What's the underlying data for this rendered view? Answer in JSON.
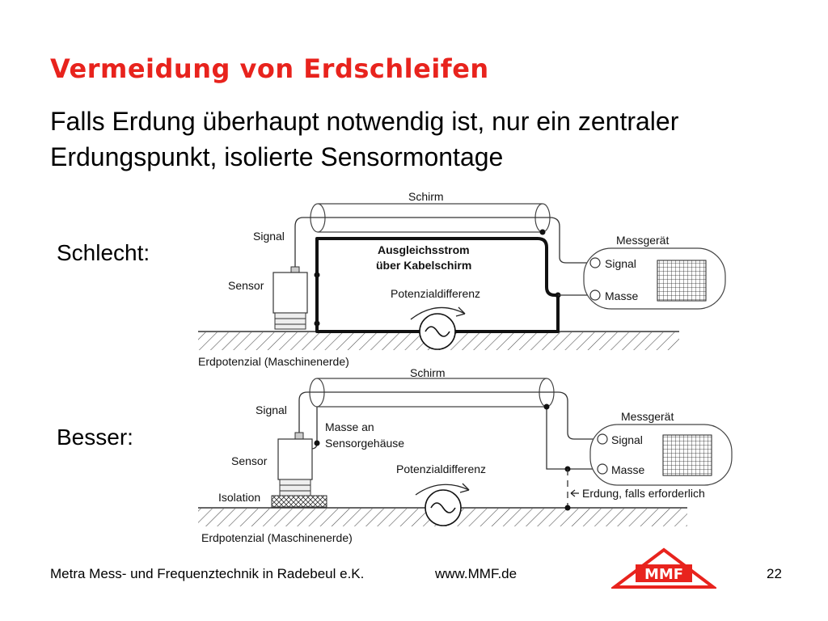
{
  "slide": {
    "title": "Vermeidung von Erdschleifen",
    "subtitle": "Falls Erdung überhaupt notwendig ist, nur ein zentraler Erdungspunkt, isolierte Sensormontage",
    "label_bad": "Schlecht:",
    "label_good": "Besser:"
  },
  "diagram_bad": {
    "shield": "Schirm",
    "signal": "Signal",
    "sensor": "Sensor",
    "current_line1": "Ausgleichsstrom",
    "current_line2": "über Kabelschirm",
    "potential": "Potenzialdifferenz",
    "device": "Messgerät",
    "port_signal": "Signal",
    "port_ground": "Masse",
    "earth": "Erdpotenzial (Maschinenerde)"
  },
  "diagram_good": {
    "shield": "Schirm",
    "signal": "Signal",
    "sensor": "Sensor",
    "isolation": "Isolation",
    "housing_line1": "Masse an",
    "housing_line2": "Sensorgehäuse",
    "potential": "Potenzialdifferenz",
    "device": "Messgerät",
    "port_signal": "Signal",
    "port_ground": "Masse",
    "grounding": "Erdung, falls erforderlich",
    "earth": "Erdpotenzial (Maschinenerde)"
  },
  "footer": {
    "company": "Metra Mess- und Frequenztechnik in Radebeul e.K.",
    "url": "www.MMF.de",
    "page": "22",
    "logo": "MMF"
  },
  "colors": {
    "title": "#e8231d",
    "logo": "#e8231d"
  }
}
